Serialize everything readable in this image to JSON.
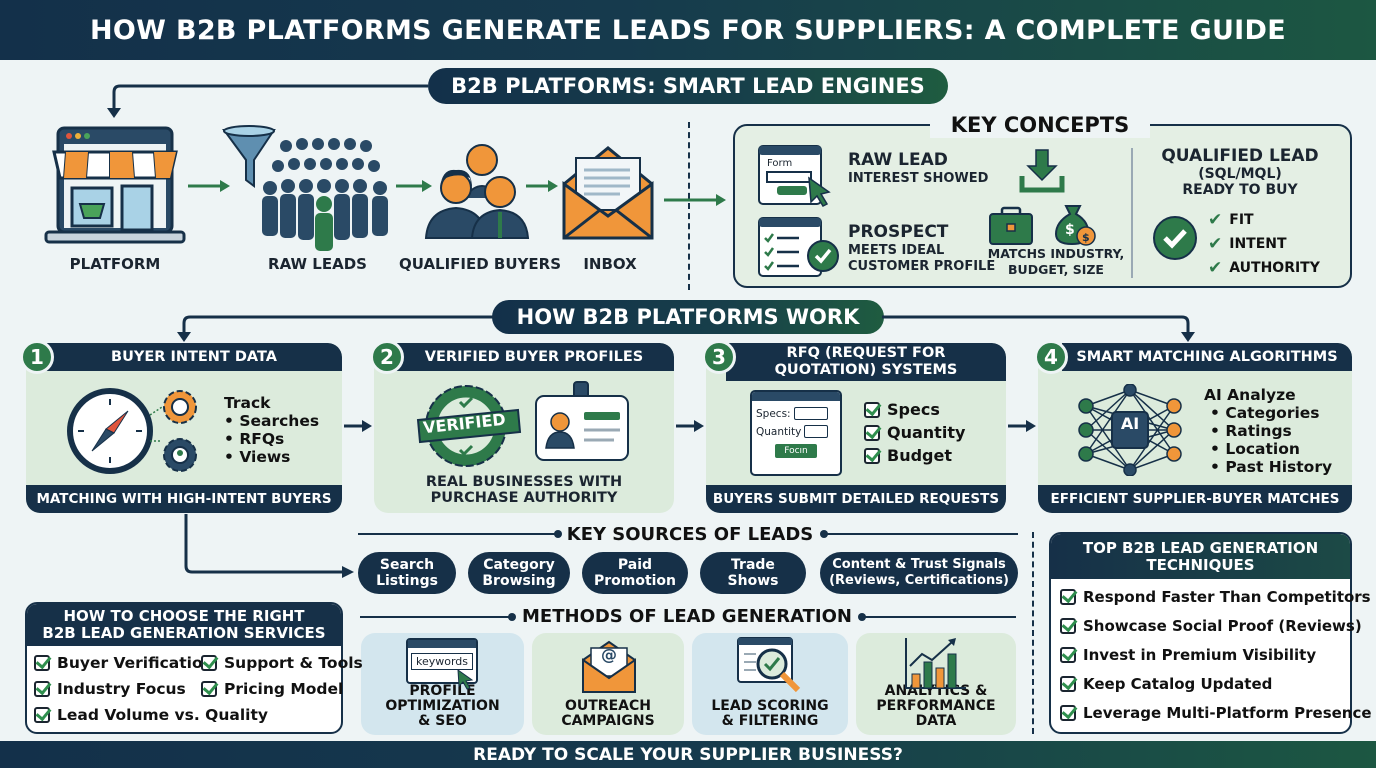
{
  "title": "HOW B2B PLATFORMS GENERATE LEADS FOR SUPPLIERS: A COMPLETE GUIDE",
  "engines": {
    "heading": "B2B PLATFORMS: SMART LEAD ENGINES",
    "flow": [
      {
        "label": "PLATFORM",
        "icon": "storefront-icon"
      },
      {
        "label": "RAW LEADS",
        "icon": "crowd-funnel-icon"
      },
      {
        "label": "QUALIFIED BUYERS",
        "icon": "buyers-group-icon"
      },
      {
        "label": "INBOX",
        "icon": "envelope-icon"
      }
    ]
  },
  "key_concepts": {
    "heading": "KEY CONCEPTS",
    "raw_lead": {
      "title": "RAW LEAD",
      "desc": "INTEREST SHOWED",
      "form_label": "Form"
    },
    "prospect": {
      "title": "PROSPECT",
      "desc_line1": "MEETS IDEAL",
      "desc_line2": "CUSTOMER PROFILE",
      "match_line1": "MATCHS INDUSTRY,",
      "match_line2": "BUDGET, SIZE"
    },
    "qualified": {
      "title": "QUALIFIED LEAD",
      "subtitle": "(SQL/MQL)",
      "desc": "READY TO BUY",
      "checks": [
        "FIT",
        "INTENT",
        "AUTHORITY"
      ]
    }
  },
  "how_it_works": {
    "heading": "HOW B2B PLATFORMS WORK",
    "steps": [
      {
        "num": "1",
        "title": "BUYER INTENT DATA",
        "footer": "MATCHING WITH HIGH-INTENT BUYERS",
        "list_title": "Track",
        "items": [
          "Searches",
          "RFQs",
          "Views"
        ]
      },
      {
        "num": "2",
        "title": "VERIFIED BUYER PROFILES",
        "badge": "VERIFIED",
        "footer_line1": "REAL BUSINESSES WITH",
        "footer_line2": "PURCHASE AUTHORITY"
      },
      {
        "num": "3",
        "title_line1": "RFQ (REQUEST FOR",
        "title_line2": "QUOTATION) SYSTEMS",
        "footer": "BUYERS SUBMIT DETAILED REQUESTS",
        "form": {
          "specs": "Specs:",
          "quantity": "Quantity",
          "button": "Focın"
        },
        "checks": [
          "Specs",
          "Quantity",
          "Budget"
        ]
      },
      {
        "num": "4",
        "title": "SMART MATCHING ALGORITHMS",
        "footer": "EFFICIENT SUPPLIER-BUYER MATCHES",
        "chip": "AI",
        "list_title": "AI Analyze",
        "items": [
          "Categories",
          "Ratings",
          "Location",
          "Past History"
        ]
      }
    ]
  },
  "key_sources": {
    "heading": "KEY SOURCES OF LEADS",
    "items": [
      {
        "line1": "Search",
        "line2": "Listings"
      },
      {
        "line1": "Category",
        "line2": "Browsing"
      },
      {
        "line1": "Paid",
        "line2": "Promotion"
      },
      {
        "line1": "Trade",
        "line2": "Shows"
      },
      {
        "line1": "Content & Trust Signals",
        "line2": "(Reviews, Certifications)"
      }
    ]
  },
  "methods": {
    "heading": "METHODS OF LEAD GENERATION",
    "items": [
      {
        "line1": "PROFILE",
        "line2": "OPTIMIZATION",
        "line3": "& SEO",
        "icon_text": "keywords"
      },
      {
        "line1": "OUTREACH",
        "line2": "CAMPAIGNS",
        "icon_text": "@"
      },
      {
        "line1": "LEAD SCORING",
        "line2": "& FILTERING"
      },
      {
        "line1": "ANALYTICS &",
        "line2": "PERFORMANCE DATA"
      }
    ]
  },
  "choose": {
    "heading_line1": "HOW TO CHOOSE THE RIGHT",
    "heading_line2": "B2B LEAD GENERATION SERVICES",
    "items": [
      "Buyer Verification",
      "Support & Tools",
      "Industry Focus",
      "Pricing Model",
      "Lead Volume vs. Quality"
    ]
  },
  "techniques": {
    "heading_line1": "TOP B2B LEAD GENERATION",
    "heading_line2": "TECHNIQUES",
    "items": [
      "Respond Faster Than Competitors",
      "Showcase Social Proof (Reviews)",
      "Invest in Premium Visibility",
      "Keep Catalog Updated",
      "Leverage Multi-Platform Presence"
    ]
  },
  "cta": "READY TO SCALE YOUR SUPPLIER BUSINESS?",
  "colors": {
    "navy": "#163048",
    "green": "#2e7a4a",
    "orange": "#f0963a",
    "card_green": "#dcebdc",
    "card_blue": "#d3e6ee"
  }
}
